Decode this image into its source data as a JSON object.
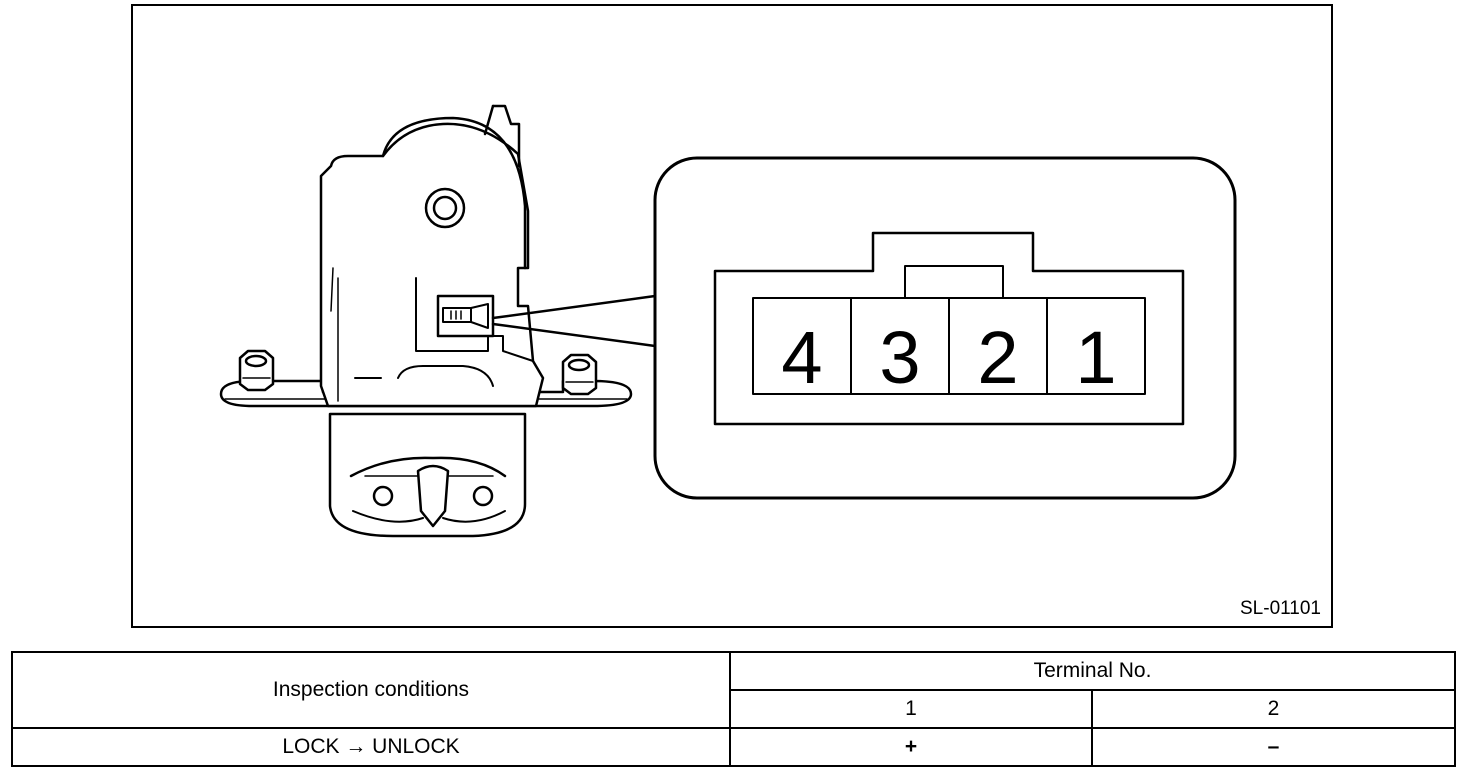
{
  "diagram": {
    "figure_code": "SL-01101",
    "connector_pins": [
      "4",
      "3",
      "2",
      "1"
    ]
  },
  "table": {
    "header_conditions": "Inspection conditions",
    "header_terminal": "Terminal No.",
    "terminal_1": "1",
    "terminal_2": "2",
    "row_condition": "LOCK → UNLOCK",
    "row_t1": "+",
    "row_t2": "–"
  }
}
